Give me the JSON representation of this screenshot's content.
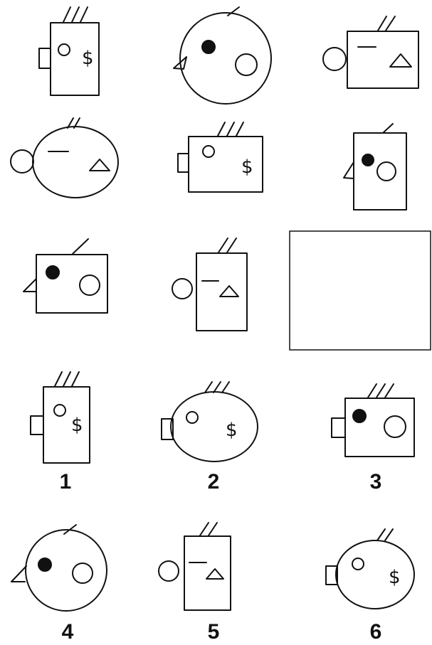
{
  "figure": {
    "matrix_items": [
      {
        "id": "m1",
        "outline": "rectangle",
        "ear": "rectangle",
        "eye": "open-circle",
        "mouth": "dollar-sign",
        "hair": "triple"
      },
      {
        "id": "m2",
        "outline": "circle",
        "ear": "triangle",
        "eye": "filled-circle",
        "mouth": "circle",
        "hair": "single"
      },
      {
        "id": "m3",
        "outline": "rectangle",
        "ear": "circle",
        "eye": "dash",
        "mouth": "triangle",
        "hair": "double"
      },
      {
        "id": "m4",
        "outline": "circle",
        "ear": "circle",
        "eye": "dash",
        "mouth": "triangle",
        "hair": "double"
      },
      {
        "id": "m5",
        "outline": "rectangle",
        "ear": "rectangle",
        "eye": "open-circle",
        "mouth": "dollar-sign",
        "hair": "triple"
      },
      {
        "id": "m6",
        "outline": "rectangle",
        "ear": "triangle",
        "eye": "filled-circle",
        "mouth": "circle",
        "hair": "single"
      },
      {
        "id": "m7",
        "outline": "rectangle",
        "ear": "triangle",
        "eye": "filled-circle",
        "mouth": "circle",
        "hair": "single"
      },
      {
        "id": "m8",
        "outline": "rectangle",
        "ear": "circle",
        "eye": "dash",
        "mouth": "triangle",
        "hair": "double"
      },
      {
        "id": "m9",
        "missing": true
      }
    ],
    "options": [
      {
        "label": "1"
      },
      {
        "label": "2"
      },
      {
        "label": "3"
      },
      {
        "label": "4"
      },
      {
        "label": "5"
      },
      {
        "label": "6"
      }
    ],
    "dollar_glyph": "$"
  }
}
